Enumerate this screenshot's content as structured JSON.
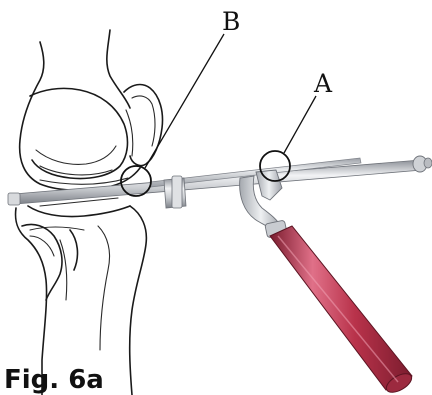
{
  "callouts": {
    "a": "A",
    "b": "B"
  },
  "figure_label": "Fig. 6a",
  "colors": {
    "handle": "#b8324a",
    "handle_highlight": "#e07088",
    "handle_shadow": "#7a1c2e",
    "rod": "#c9ccd0",
    "rod_highlight": "#f2f3f5",
    "rod_shadow": "#8b8f96",
    "outline": "#1a1a1a"
  }
}
